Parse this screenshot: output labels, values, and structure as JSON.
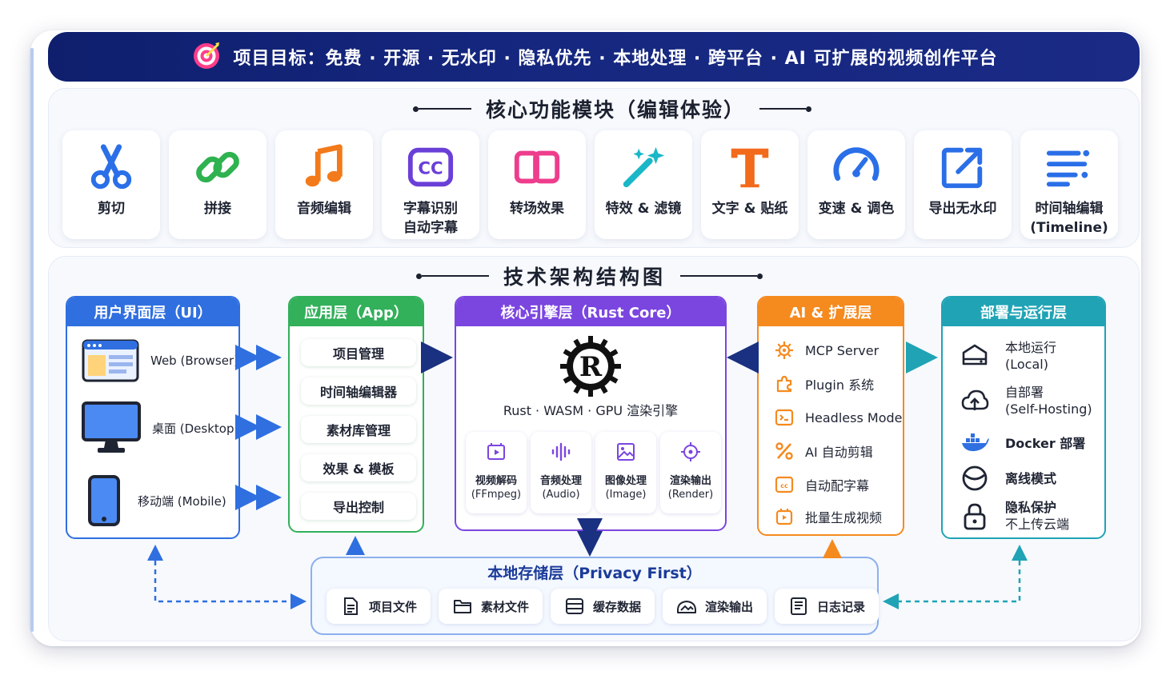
{
  "banner": {
    "text": "项目目标：免费 · 开源 · 无水印 · 隐私优先 · 本地处理 · 跨平台 · AI 可扩展的视频创作平台"
  },
  "features": {
    "title": "核心功能模块（编辑体验）",
    "items": [
      {
        "line1": "剪切",
        "line2": "",
        "icon": "scissors-icon"
      },
      {
        "line1": "拼接",
        "line2": "",
        "icon": "link-icon"
      },
      {
        "line1": "音频编辑",
        "line2": "",
        "icon": "music-note-icon"
      },
      {
        "line1": "字幕识别",
        "line2": "自动字幕",
        "icon": "cc-icon"
      },
      {
        "line1": "转场效果",
        "line2": "",
        "icon": "transition-icon"
      },
      {
        "line1": "特效 & 滤镜",
        "line2": "",
        "icon": "magic-wand-icon"
      },
      {
        "line1": "文字 & 贴纸",
        "line2": "",
        "icon": "text-icon"
      },
      {
        "line1": "变速 & 调色",
        "line2": "",
        "icon": "speedometer-icon"
      },
      {
        "line1": "导出无水印",
        "line2": "",
        "icon": "export-icon"
      },
      {
        "line1": "时间轴编辑",
        "line2": "(Timeline)",
        "icon": "timeline-icon"
      }
    ]
  },
  "architecture": {
    "title": "技术架构结构图",
    "ui_layer": {
      "title": "用户界面层（UI）",
      "items": [
        "Web (Browser)",
        "桌面 (Desktop)",
        "移动端 (Mobile)"
      ]
    },
    "app_layer": {
      "title": "应用层（App）",
      "items": [
        "项目管理",
        "时间轴编辑器",
        "素材库管理",
        "效果 & 模板",
        "导出控制"
      ]
    },
    "core_layer": {
      "title": "核心引擎层（Rust Core）",
      "caption": "Rust · WASM · GPU 渲染引擎",
      "modules": [
        {
          "name": "视频解码",
          "sub": "(FFmpeg)"
        },
        {
          "name": "音频处理",
          "sub": "(Audio)"
        },
        {
          "name": "图像处理",
          "sub": "(Image)"
        },
        {
          "name": "渲染输出",
          "sub": "(Render)"
        }
      ]
    },
    "ai_layer": {
      "title": "AI & 扩展层",
      "items": [
        "MCP Server",
        "Plugin 系统",
        "Headless Mode",
        "AI 自动剪辑",
        "自动配字幕",
        "批量生成视频"
      ]
    },
    "deploy_layer": {
      "title": "部署与运行层",
      "items": [
        {
          "line1": "本地运行",
          "line2": "(Local)"
        },
        {
          "line1": "自部署",
          "line2": "(Self-Hosting)"
        },
        {
          "line1": "Docker 部署",
          "line2": ""
        },
        {
          "line1": "离线模式",
          "line2": ""
        },
        {
          "line1": "隐私保护",
          "line2": "不上传云端"
        }
      ]
    },
    "storage_layer": {
      "title": "本地存储层（Privacy First）",
      "items": [
        "项目文件",
        "素材文件",
        "缓存数据",
        "渲染输出",
        "日志记录"
      ]
    }
  },
  "colors": {
    "banner": "#15277f",
    "ui": "#2f6fe0",
    "app": "#32b05a",
    "core": "#7b45e0",
    "ai": "#f58a1f",
    "deploy": "#1fa3b5",
    "storage": "#1b3b9a",
    "arrow": "#2f6fe0"
  }
}
